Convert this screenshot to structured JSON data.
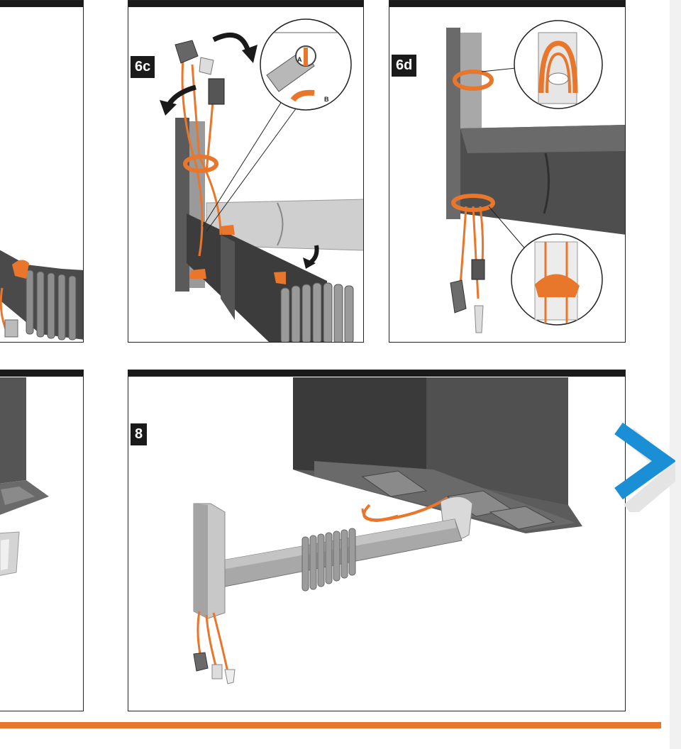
{
  "colors": {
    "accent_orange": "#e8762b",
    "next_blue": "#1a8fd6",
    "frame_dark": "#1a1a1a",
    "arm_dark": "#3a3a3a"
  },
  "panels": {
    "step_6c": {
      "label": "6c",
      "inset_letters": [
        "A",
        "B"
      ]
    },
    "step_6d": {
      "label": "6d"
    },
    "step_8": {
      "label": "8"
    }
  },
  "navigation": {
    "next_icon": "chevron-right-icon"
  }
}
